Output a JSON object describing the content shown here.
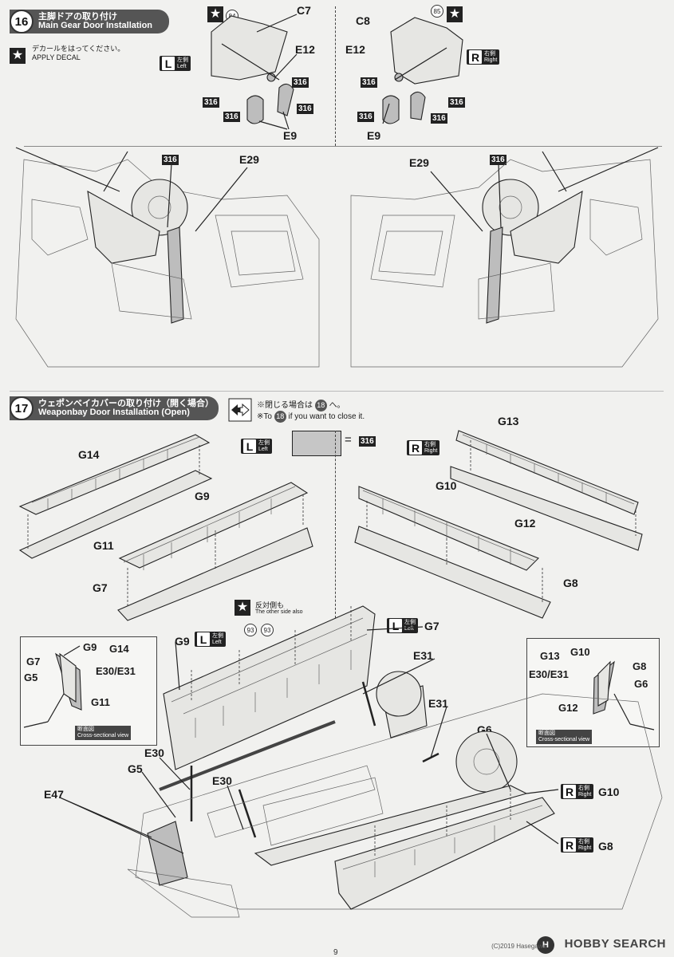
{
  "step16": {
    "number": "16",
    "title_jp": "主脚ドアの取り付け",
    "title_en": "Main Gear Door Installation",
    "decal_note_jp": "デカールをはってください。",
    "decal_note_en": "APPLY DECAL",
    "left_decal": "84",
    "right_decal": "85",
    "labels": {
      "c7": "C7",
      "c8": "C8",
      "e12_left": "E12",
      "e12_right": "E12",
      "e9_left": "E9",
      "e9_right": "E9",
      "e29_left": "E29",
      "e29_right": "E29"
    },
    "paint": "316"
  },
  "step17": {
    "number": "17",
    "title_jp": "ウェポンベイカバーの取り付け（開く場合）",
    "title_en": "Weaponbay Door Installation (Open)",
    "close_note_jp_prefix": "※閉じる場合は",
    "close_note_jp_suffix": "へ。",
    "close_note_en_prefix": "※To",
    "close_note_en_suffix": "if you want to close it.",
    "close_step": "18",
    "legend_color": "316",
    "other_side_jp": "反対側も",
    "other_side_en": "The other side also",
    "decal_a": "93",
    "decal_b": "93",
    "cross_jp": "断面図",
    "cross_en": "Cross-sectional view",
    "labels": {
      "g14": "G14",
      "g9": "G9",
      "g11": "G11",
      "g7": "G7",
      "g13": "G13",
      "g10": "G10",
      "g12": "G12",
      "g8": "G8",
      "g9_main": "G9",
      "g7_main": "G7",
      "e31_a": "E31",
      "e31_b": "E31",
      "g6": "G6",
      "e30_a": "E30",
      "e30_b": "E30",
      "g5": "G5",
      "e47": "E47",
      "g10_main": "G10",
      "g8_main": "G8",
      "cs_left": [
        "G9",
        "G14",
        "G7",
        "G5",
        "E30/E31",
        "G11"
      ],
      "cs_right": [
        "G13",
        "G10",
        "G8",
        "G6",
        "E30/E31",
        "G12"
      ]
    }
  },
  "sides": {
    "left_letter": "L",
    "left_jp": "左側",
    "left_en": "Left",
    "right_letter": "R",
    "right_jp": "右側",
    "right_en": "Right"
  },
  "footer": {
    "page": "9",
    "copyright": "(C)2019 Hasegawa",
    "watermark": "HOBBY SEARCH",
    "logo": "H"
  },
  "colors": {
    "banner": "#555555",
    "ink": "#1a1a1a",
    "paper": "#f1f1ef"
  }
}
